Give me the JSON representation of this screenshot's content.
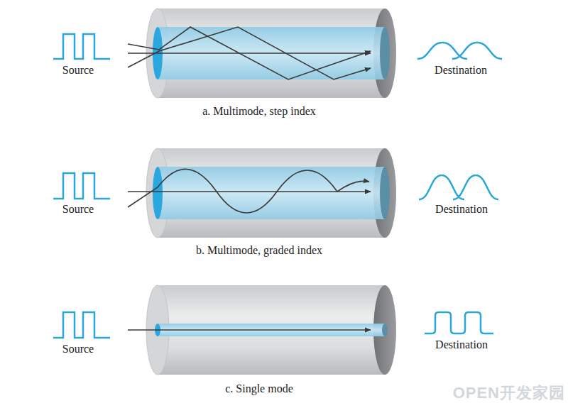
{
  "diagram": {
    "labels": [
      "Source",
      "Destination",
      "a. Multimode, step index",
      "Source",
      "Destination",
      "b. Multimode, graded index",
      "Source",
      "Destination",
      "c. Single mode",
      "OPEN开发家园"
    ]
  }
}
